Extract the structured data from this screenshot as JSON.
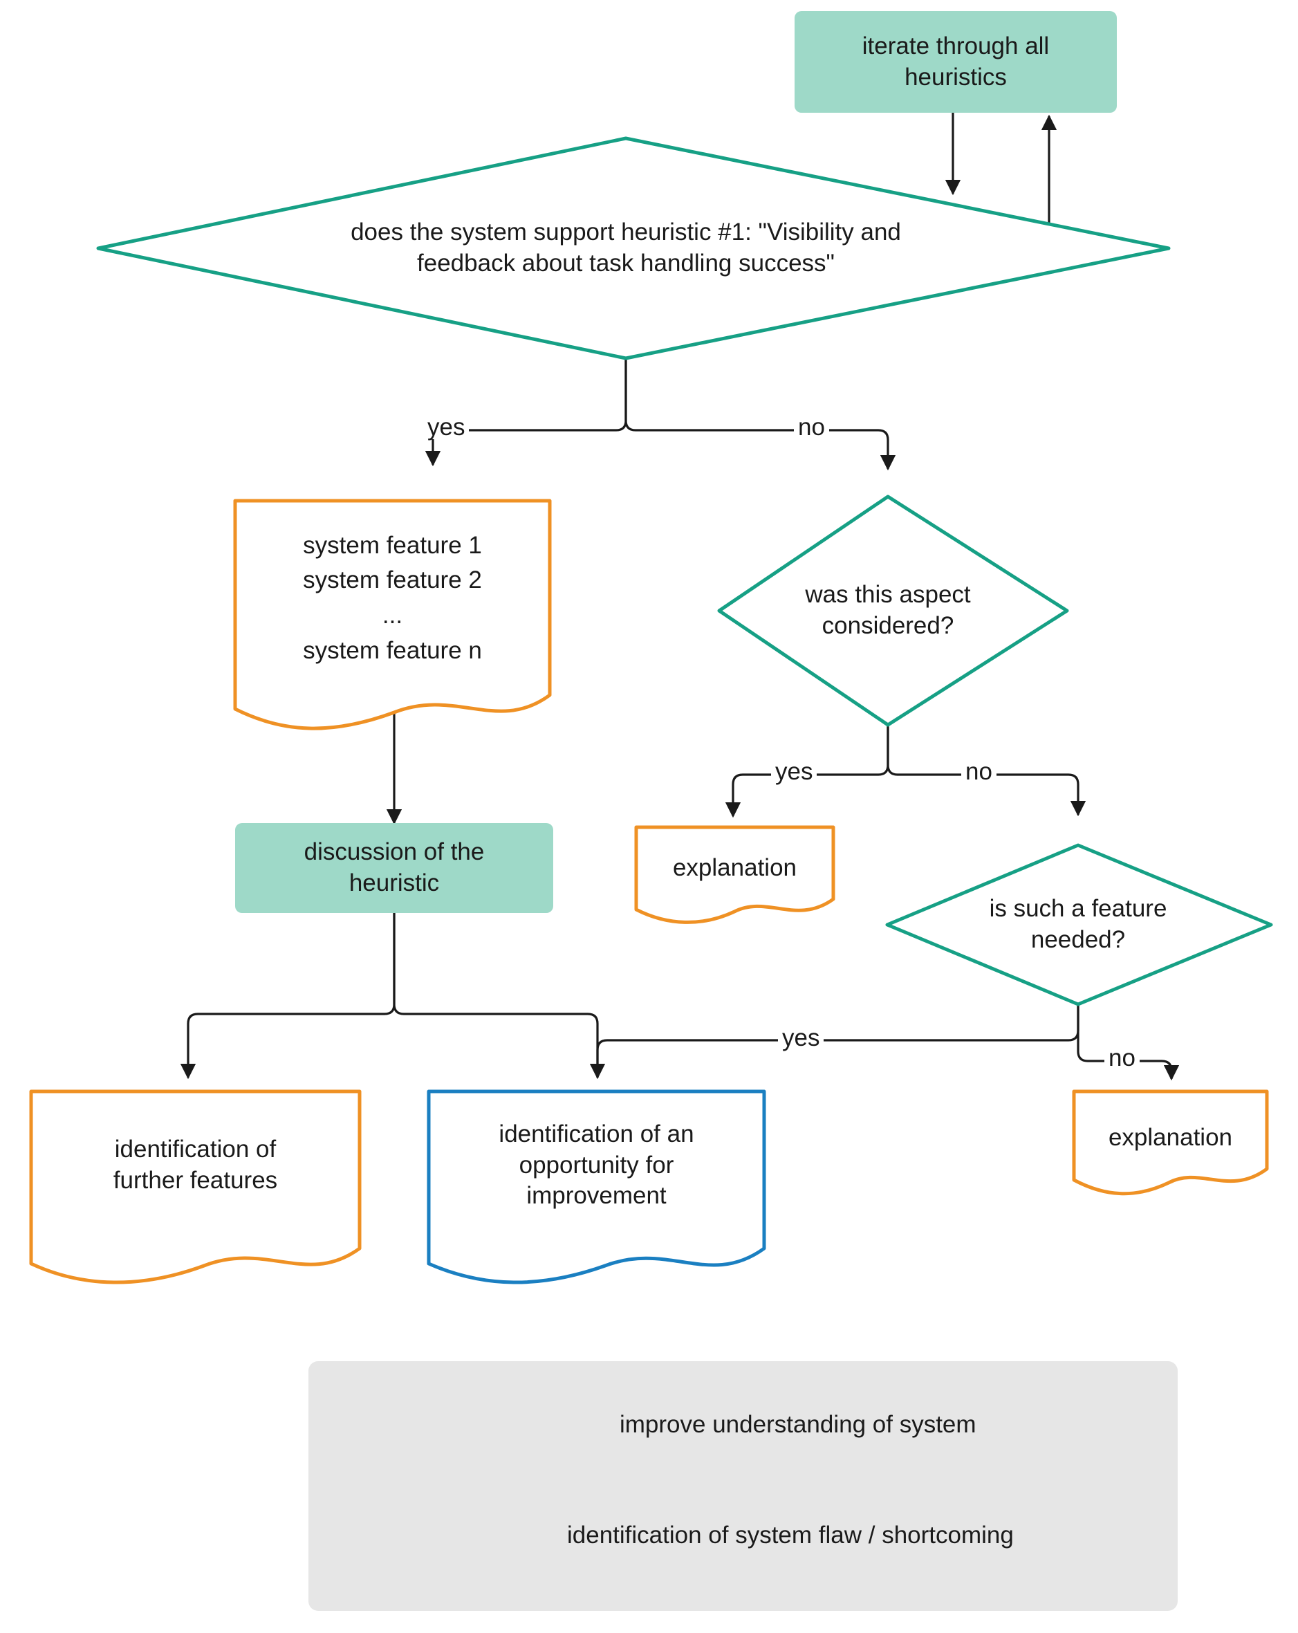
{
  "diagram": {
    "title": "heuristic evaluation decision flowchart",
    "colors": {
      "teal_fill": "#9ed9c8",
      "green_stroke": "#16a085",
      "orange_stroke": "#ef9124",
      "blue_stroke": "#1a7fc1",
      "edge_stroke": "#1a1a1a",
      "legend_bg": "#e6e6e6",
      "text": "#1a1a1a",
      "node_fill": "#ffffff"
    },
    "nodes": {
      "iterate": {
        "label": "iterate through all heuristics",
        "shape": "process",
        "style": "teal"
      },
      "heuristic_question": {
        "label": "does the system support heuristic #1: \"Visibility and feedback about task handling success\"",
        "shape": "decision",
        "style": "green"
      },
      "system_features": {
        "label": "system feature 1\nsystem feature 2\n...\nsystem feature n",
        "shape": "document",
        "style": "orange"
      },
      "discussion": {
        "label": "discussion of the heuristic",
        "shape": "process",
        "style": "teal"
      },
      "aspect_considered": {
        "label": "was this aspect considered?",
        "shape": "decision",
        "style": "green"
      },
      "explanation_mid": {
        "label": "explanation",
        "shape": "document",
        "style": "orange"
      },
      "feature_needed": {
        "label": "is such a feature needed?",
        "shape": "decision",
        "style": "green"
      },
      "identification_further": {
        "label": "identification of further features",
        "shape": "document",
        "style": "orange"
      },
      "identification_opportunity": {
        "label": "identification of an opportunity for improvement",
        "shape": "document",
        "style": "blue"
      },
      "explanation_right": {
        "label": "explanation",
        "shape": "document",
        "style": "orange"
      }
    },
    "node_lines": {
      "iterate": [
        "iterate through all",
        "heuristics"
      ],
      "heuristic_question": [
        "does the system support heuristic #1: \"Visibility and",
        "feedback about task handling success\""
      ],
      "system_features": [
        "system feature 1",
        "system feature 2",
        "...",
        "system feature n"
      ],
      "discussion": [
        "discussion of the",
        "heuristic"
      ],
      "aspect_considered": [
        "was this aspect",
        "considered?"
      ],
      "explanation_mid": [
        "explanation"
      ],
      "feature_needed": [
        "is such a feature",
        "needed?"
      ],
      "identification_further": [
        "identification of",
        "further features"
      ],
      "identification_opportunity": [
        "identification of an",
        "opportunity for",
        "improvement"
      ],
      "explanation_right": [
        "explanation"
      ]
    },
    "edge_labels": {
      "q1_yes": "yes",
      "q1_no": "no",
      "q2_yes": "yes",
      "q2_no": "no",
      "q3_yes": "yes",
      "q3_no": "no"
    },
    "edges": [
      {
        "from": "iterate",
        "to": "heuristic_question",
        "label": ""
      },
      {
        "from": "heuristic_question",
        "to": "iterate",
        "label": ""
      },
      {
        "from": "heuristic_question",
        "to": "system_features",
        "label": "yes"
      },
      {
        "from": "heuristic_question",
        "to": "aspect_considered",
        "label": "no"
      },
      {
        "from": "system_features",
        "to": "discussion",
        "label": ""
      },
      {
        "from": "aspect_considered",
        "to": "explanation_mid",
        "label": "yes"
      },
      {
        "from": "aspect_considered",
        "to": "feature_needed",
        "label": "no"
      },
      {
        "from": "discussion",
        "to": "identification_further",
        "label": ""
      },
      {
        "from": "discussion",
        "to": "identification_opportunity",
        "label": ""
      },
      {
        "from": "feature_needed",
        "to": "identification_opportunity",
        "label": "yes"
      },
      {
        "from": "feature_needed",
        "to": "explanation_right",
        "label": "no"
      }
    ],
    "legend": {
      "items": [
        {
          "swatch": "orange-document-swatch",
          "label": "improve understanding of system",
          "color": "#ef9124"
        },
        {
          "swatch": "blue-document-swatch",
          "label": "identification of system flaw / shortcoming",
          "color": "#1a7fc1"
        }
      ]
    }
  }
}
